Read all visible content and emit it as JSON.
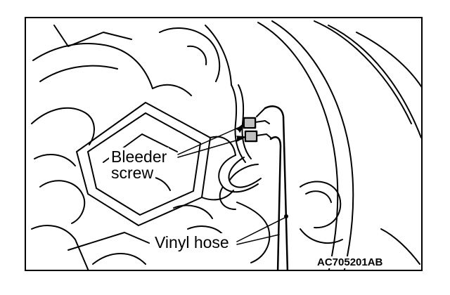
{
  "labels": {
    "bleeder_line1": "Bleeder",
    "bleeder_line2": "screw",
    "vinyl_hose": "Vinyl hose",
    "figure_code": "AC705201AB"
  },
  "colors": {
    "ink": "#000000",
    "paper": "#ffffff"
  }
}
